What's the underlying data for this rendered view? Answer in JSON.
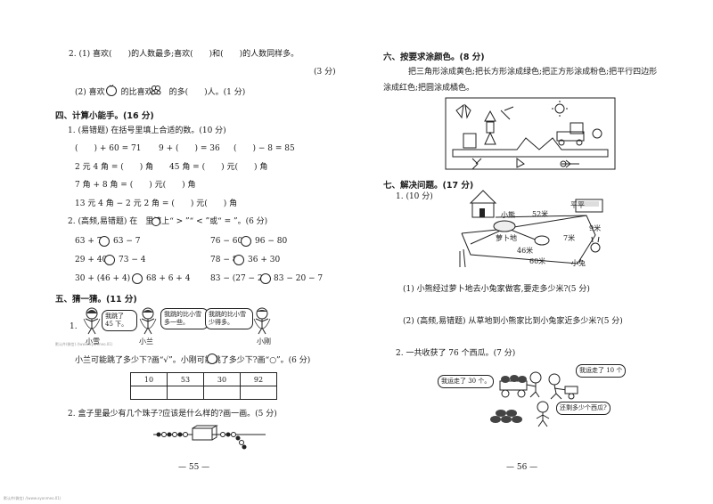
{
  "left": {
    "q2a": "2. (1) 喜欢(　　)的人数最多;喜欢(　　)和(　　)的人数同样多。",
    "q2a_score": "(3 分)",
    "q2b": "(2) 喜欢　　的比喜欢　　的多(　　)人。(1 分)",
    "sec4_title": "四、计算小能手。(16 分)",
    "s4q1": "1. (易错题) 在括号里填上合适的数。(10 分)",
    "row1": [
      "(　　) + 60 = 71",
      "9 + (　　) = 36",
      "(　　) − 8 = 85"
    ],
    "row2": [
      "2 元 4 角 = (　　) 角",
      "45 角 = (　　) 元(　　) 角"
    ],
    "row3": "7 角 + 8 角 = (　　) 元(　　) 角",
    "row4": "13 元 4 角 − 2 元 2 角 = (　　) 元(　　) 角",
    "s4q2": "2. (高频,易错题) 在　里填上“ > ”“ < ”或“ = ”。(6 分)",
    "cmp": [
      {
        "l": "63 + 7",
        "r": "63 − 7"
      },
      {
        "l": "76 − 60",
        "r": "96 − 80"
      },
      {
        "l": "29 + 40",
        "r": "73 − 4"
      },
      {
        "l": "78 − 8",
        "r": "36 + 30"
      },
      {
        "l": "30 + (46 + 4)",
        "r": "68 + 6 + 4"
      },
      {
        "l": "83 − (27 − 20)",
        "r": "83 − 20 − 7"
      }
    ],
    "sec5_title": "五、猜一猜。(11 分)",
    "s5_num": "1.",
    "bubble1": "我跳了 45 下。",
    "bubble2": "我跳的比小雪多一些。",
    "bubble3": "我跳的比小雪少得多。",
    "kid1": "小雪",
    "kid2": "小兰",
    "kid3": "小刚",
    "s5_q": "小兰可能跳了多少下?画“√”。小刚可能跳了多少下?画“○”。(6 分)",
    "table": [
      "10",
      "53",
      "30",
      "92"
    ],
    "s5q2": "2. 盒子里最少有几个珠子?应该是什么样的?画一画。(5 分)",
    "page_num": "— 55 —",
    "watermark": "默认件(微信) /(www.xyonmeo.01)"
  },
  "right": {
    "sec6_title": "六、按要求涂颜色。(8 分)",
    "sec6_line1": "把三角形涂成黄色;把长方形涂成绿色;把正方形涂成粉色;把平行四边形",
    "sec6_line2": "涂成红色;把圆涂成橘色。",
    "sec7_title": "七、解决问题。(17 分)",
    "q1": "1. (10 分)",
    "map_top": "52米",
    "map_right": "9米",
    "map_mid": "46米",
    "map_bottom": "60米",
    "map_small": "7米",
    "map_xiong": "小熊",
    "map_tu": "小兔",
    "map_field": "萝卜地",
    "q1a": "(1) 小熊经过萝卜地去小兔家做客,要走多少米?(5 分)",
    "q1b": "(2) (高频,易错题) 从草地到小熊家比到小兔家近多少米?(5 分)",
    "q2": "2. 一共收获了 76 个西瓜。(7 分)",
    "b_left": "我运走了 30 个。",
    "b_right": "我运走了 10 个",
    "b_bottom": "还剩多少个西瓜?",
    "page_num": "— 56 —"
  }
}
